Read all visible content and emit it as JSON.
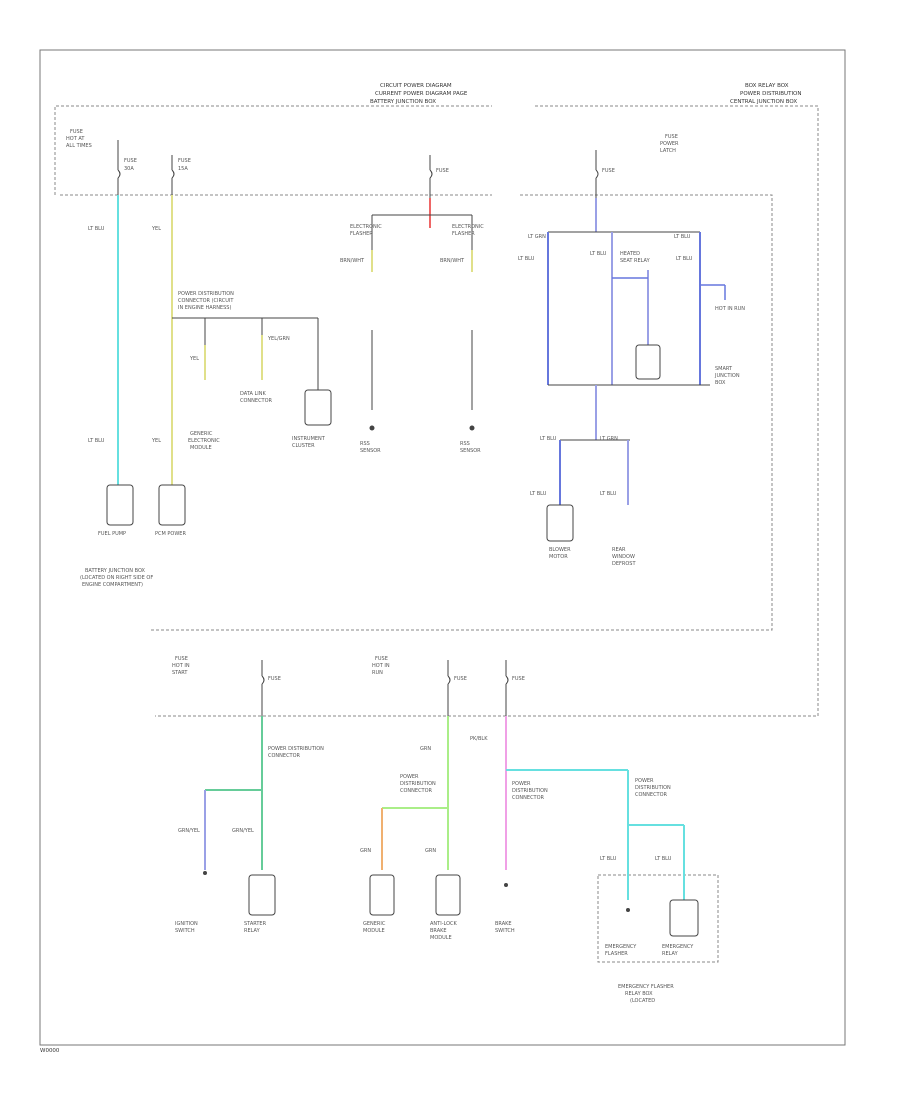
{
  "labels": {
    "header_left": [
      "CIRCUIT POWER DIAGRAM",
      "CURRENT POWER DIAGRAM PAGE",
      "BATTERY JUNCTION BOX"
    ],
    "header_right": [
      "BOX RELAY BOX",
      "POWER DISTRIBUTION",
      "CENTRAL JUNCTION BOX"
    ],
    "footer": "W0000"
  },
  "colors": {
    "cyan": "#66e0e0",
    "yellow": "#e0e08a",
    "blue": "#6677dd",
    "lavender": "#9aa0e6",
    "red": "#ee6666",
    "green": "#66cc99",
    "orange": "#f0b070",
    "lightgreen": "#aaee88",
    "pink": "#f0a0e6",
    "black": "#444444"
  }
}
